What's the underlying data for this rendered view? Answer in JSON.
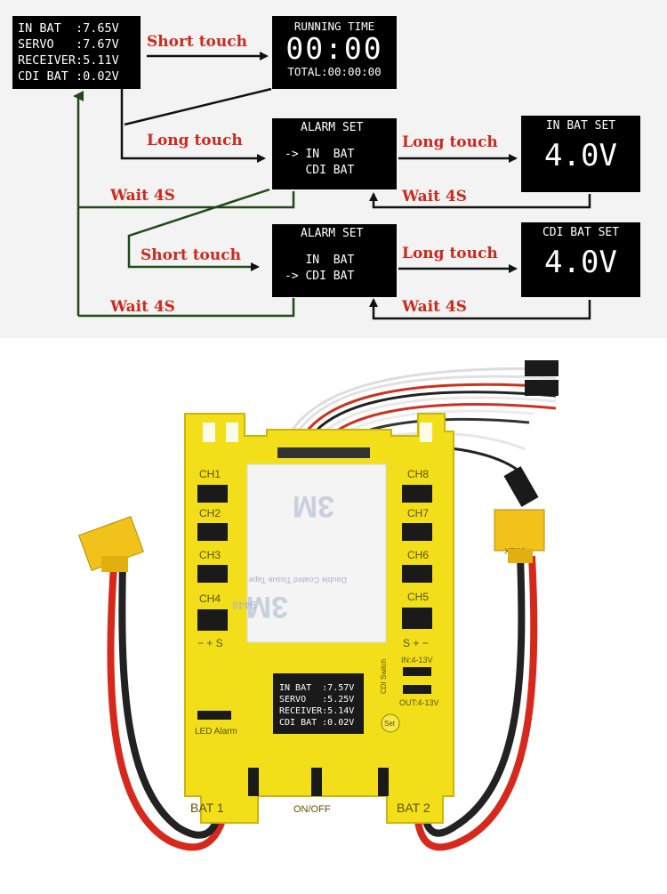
{
  "main_screen": {
    "lines": [
      "IN BAT  :7.65V",
      "SERVO   :7.67V",
      "RECEIVER:5.11V",
      "CDI BAT :0.02V"
    ]
  },
  "running_screen": {
    "title": "RUNNING TIME",
    "time": "00:00",
    "total": "TOTAL:00:00:00"
  },
  "alarm1_screen": {
    "title": "ALARM SET",
    "line1": "-> IN  BAT",
    "line2": "   CDI BAT"
  },
  "alarm2_screen": {
    "title": "ALARM SET",
    "line1": "   IN  BAT",
    "line2": "-> CDI BAT"
  },
  "inbat_set_screen": {
    "title": "IN BAT SET",
    "value": "4.0V"
  },
  "cdibat_set_screen": {
    "title": "CDI BAT SET",
    "value": "4.0V"
  },
  "labels": {
    "short_touch_1": "Short touch",
    "long_touch_1": "Long touch",
    "long_touch_2": "Long touch",
    "wait_1": "Wait 4S",
    "wait_2": "Wait 4S",
    "short_touch_2": "Short touch",
    "long_touch_3": "Long touch",
    "wait_3": "Wait 4S",
    "wait_4": "Wait 4S"
  },
  "board": {
    "channels_left": [
      "CH1",
      "CH2",
      "CH3",
      "CH4"
    ],
    "channels_right": [
      "CH8",
      "CH7",
      "CH6",
      "CH5"
    ],
    "pin_left": "− + S",
    "pin_right": "S + −",
    "in_range": "IN:4-13V",
    "out_range": "OUT:4-13V",
    "cdi_switch": "CDI Switch",
    "led_alarm": "LED Alarm",
    "set_button": "Set",
    "bat1": "BAT 1",
    "bat2": "BAT 2",
    "on_off": "ON/OFF",
    "tape_brand": "3M",
    "tape_model": "9448",
    "tape_text_1": "Double Coated Tissue Tape",
    "xt60": "XT60",
    "screen_lines": [
      "IN BAT  :7.57V",
      "SERVO   :5.25V",
      "RECEIVER:5.14V",
      "CDI BAT :0.02V"
    ]
  },
  "colors": {
    "board_yellow": "#f2df1a",
    "label_red": "#cc2a1c",
    "arrow_black": "#111111",
    "return_green": "#1f4a17",
    "xt60_yellow": "#f0c21a",
    "wire_red": "#d7281c"
  }
}
